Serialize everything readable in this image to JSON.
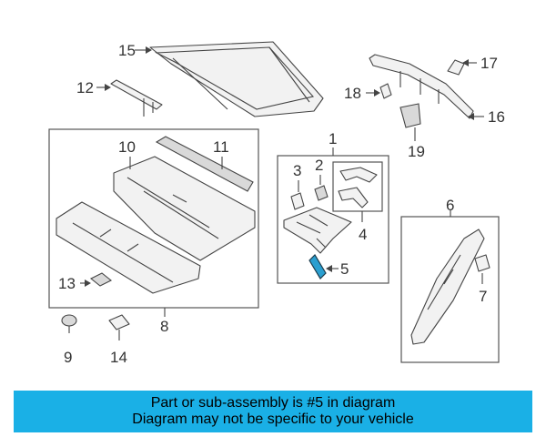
{
  "callouts": {
    "c1": "1",
    "c2": "2",
    "c3": "3",
    "c4": "4",
    "c5": "5",
    "c6": "6",
    "c7": "7",
    "c8": "8",
    "c9": "9",
    "c10": "10",
    "c11": "11",
    "c12": "12",
    "c13": "13",
    "c14": "14",
    "c15": "15",
    "c16": "16",
    "c17": "17",
    "c18": "18",
    "c19": "19"
  },
  "banner": {
    "line1": "Part or sub-assembly is #5 in diagram",
    "line2": "Diagram may not be specific to your vehicle",
    "background": "#1ab0e6"
  },
  "highlight_color": "#2a9fd0"
}
